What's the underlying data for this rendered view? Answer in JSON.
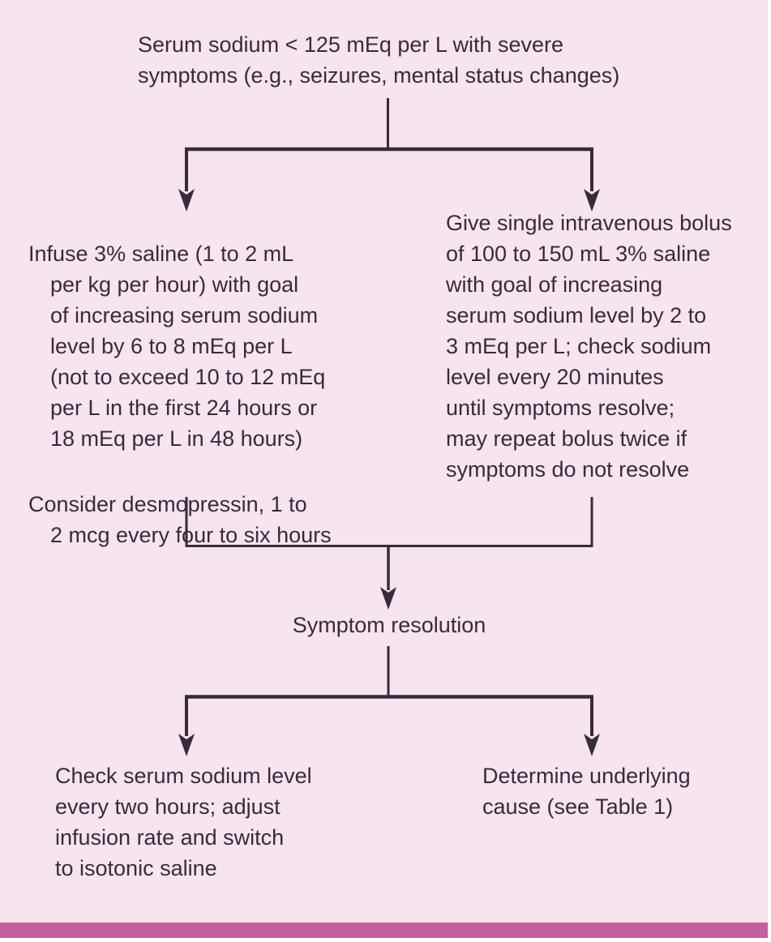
{
  "flowchart": {
    "root_node": "Serum sodium < 125 mEq per L with severe\nsymptoms (e.g., seizures, mental status changes)",
    "left_branch": {
      "para1": "Infuse 3% saline (1 to 2 mL\nper kg per hour) with goal\nof increasing serum sodium\nlevel by 6 to 8 mEq per L\n(not to exceed 10 to 12 mEq\nper L in the first 24 hours or\n18 mEq per L in 48 hours)",
      "para2": "Consider desmopressin, 1 to\n2 mcg every four to six hours"
    },
    "right_branch": "Give single intravenous bolus\nof 100 to 150 mL 3% saline\nwith goal of increasing\nserum sodium level by 2 to\n3 mEq per L; check sodium\nlevel every 20 minutes\nuntil symptoms resolve;\nmay repeat bolus twice if\nsymptoms do not resolve",
    "middle_node": "Symptom resolution",
    "outcome_left": "Check serum sodium level\nevery two hours; adjust\ninfusion rate and switch\nto isotonic saline",
    "outcome_right": "Determine underlying\ncause (see Table 1)"
  },
  "colors": {
    "canvas_pink": "#f6e4ef",
    "accent_bar": "#c4609e",
    "ink": "#362c3a",
    "page_white": "#ffffff"
  }
}
